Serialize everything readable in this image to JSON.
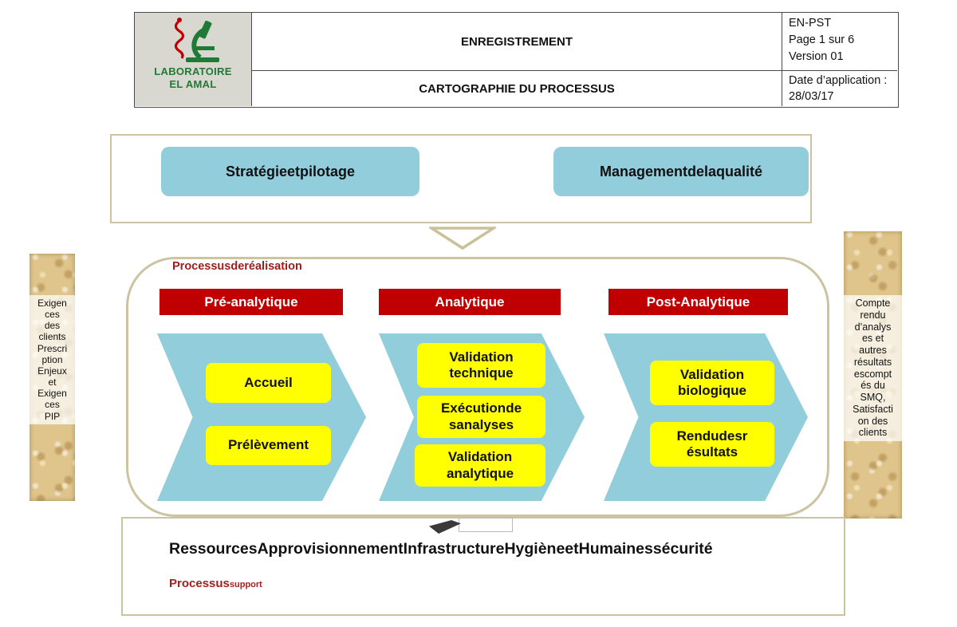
{
  "colors": {
    "process_blue": "#92CDDC",
    "phase_red": "#C00000",
    "step_yellow": "#FFFF00",
    "frame_tan": "#CCC4A1",
    "label_dark_red": "#9C1D1D",
    "logo_green": "#1E7A34"
  },
  "header": {
    "logo": {
      "line1": "LABORATOIRE",
      "line2": "EL AMAL"
    },
    "doc_type": "ENREGISTREMENT",
    "doc_title": "CARTOGRAPHIE DU PROCESSUS",
    "ref": "EN-PST",
    "page": "Page 1 sur 6",
    "version": "Version 01",
    "date_label": "Date d’application :",
    "date_value": "28/03/17"
  },
  "management_band": {
    "box1": "Stratégieetpilotage",
    "box2": "Managementdelaqualité"
  },
  "inputs_strip": {
    "text": "Exigen\nces\ndes\nclients\nPrescri\nption\nEnjeux\net\nExigen\nces\nPIP"
  },
  "outputs_strip": {
    "text": "Compte\nrendu\nd’analys\nes et\nautres\nrésultats\nescompt\nés du\nSMQ,\nSatisfacti\non des\nclients"
  },
  "realization": {
    "label": "Processusderéalisation",
    "columns": [
      {
        "header": "Pré-analytique",
        "steps": [
          "Accueil",
          "Prélèvement"
        ]
      },
      {
        "header": "Analytique",
        "steps": [
          "Validation\ntechnique",
          "Exécutionde\nsanalyses",
          "Validation\nanalytique"
        ]
      },
      {
        "header": "Post-Analytique",
        "steps": [
          "Validation\nbiologique",
          "Rendudesr\nésultats"
        ]
      }
    ]
  },
  "support_band": {
    "resources": "RessourcesApprovisionnementInfrastructureHygièneetHumainessécurité",
    "label_main": "Processus",
    "label_sub": "support"
  }
}
